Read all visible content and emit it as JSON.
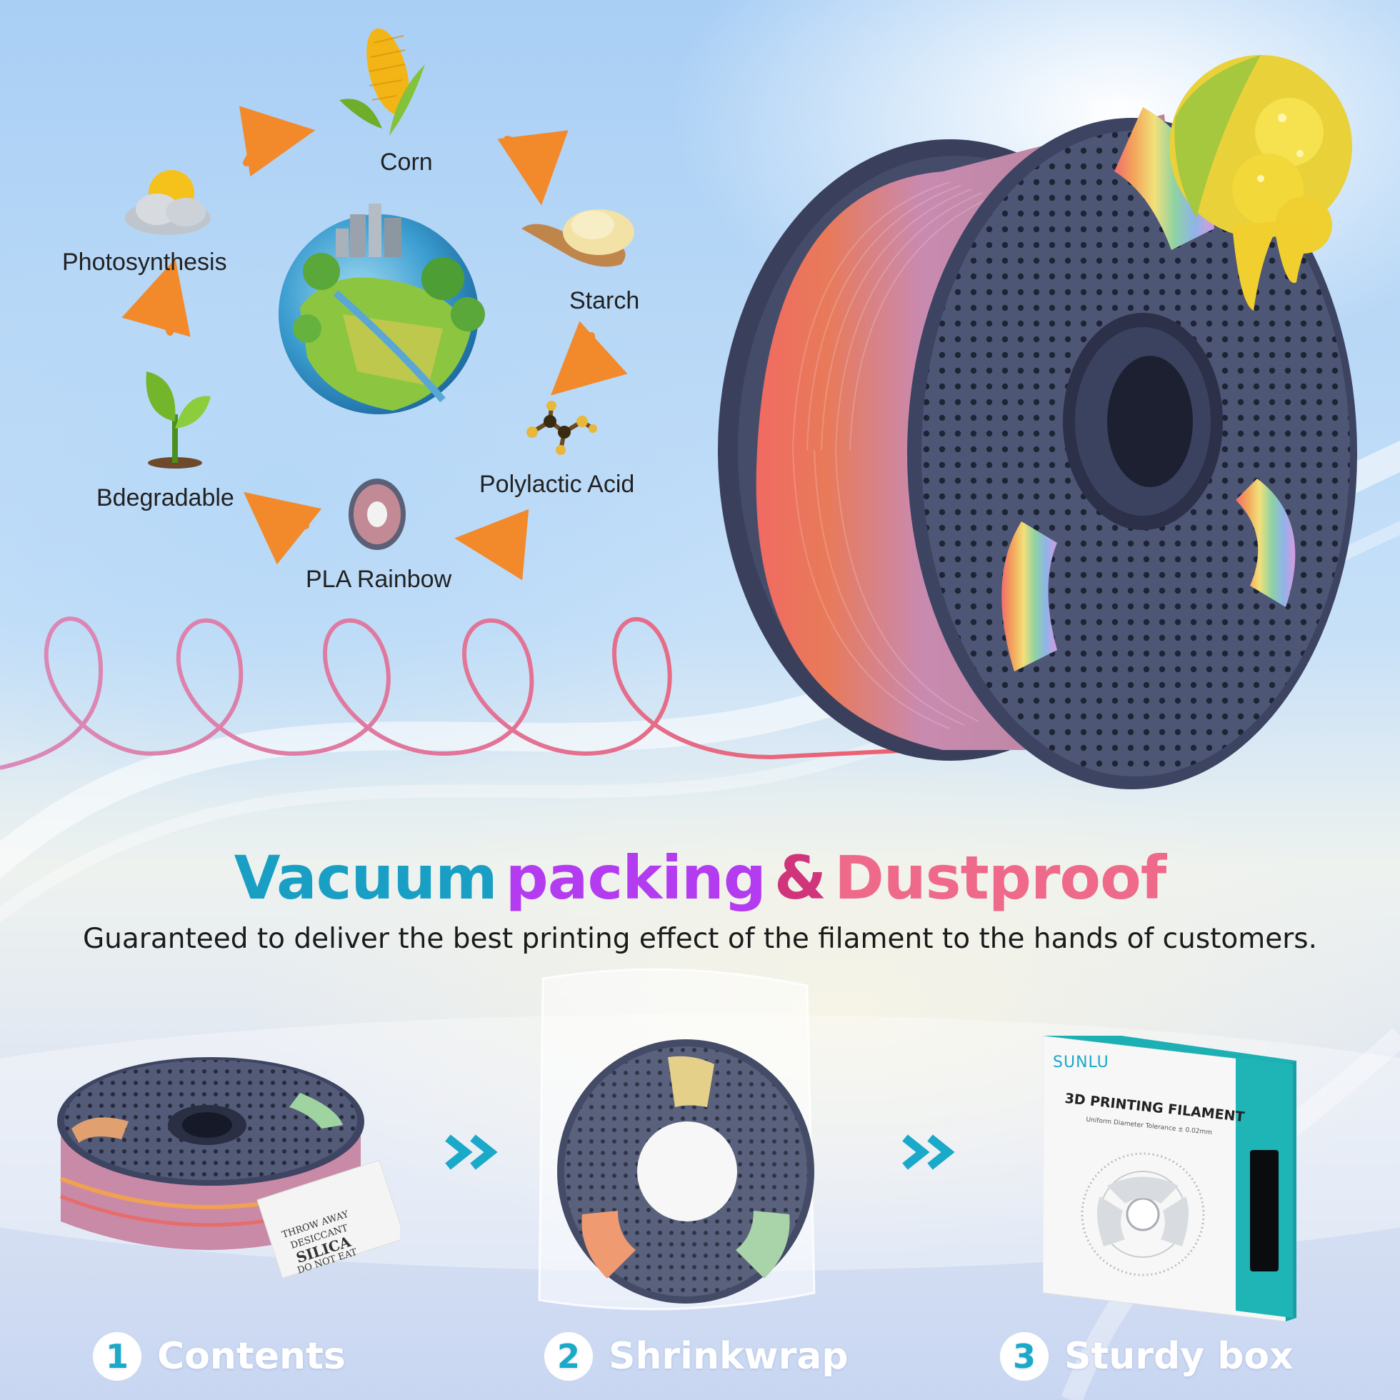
{
  "cycle": {
    "corn": "Corn",
    "starch": "Starch",
    "polylactic_acid": "Polylactic Acid",
    "pla_rainbow": "PLA Rainbow",
    "biodegradable": "Bdegradable",
    "photosynthesis": "Photosynthesis"
  },
  "headline": {
    "part1": "Vacuum",
    "part2": "packing",
    "part3": "&",
    "part4": "Dustproof",
    "colors": [
      "#1a9fc4",
      "#b43cf0",
      "#d0347a",
      "#ef6a8a"
    ]
  },
  "subline": "Guaranteed to deliver the best printing effect of the filament to the hands of customers.",
  "box": {
    "brand": "SUNLU",
    "title": "3D PRINTING FILAMENT",
    "tolerance": "Uniform Diameter Tolerance ± 0.02mm"
  },
  "silica_packet": {
    "lines": [
      "THROW AWAY",
      "DESICCANT",
      "SILICA",
      "DO NOT EAT"
    ]
  },
  "steps": [
    {
      "number": "1",
      "label": "Contents"
    },
    {
      "number": "2",
      "label": "Shrinkwrap"
    },
    {
      "number": "3",
      "label": "Sturdy box"
    }
  ],
  "icons": [
    "corn-icon",
    "starch-icon",
    "molecule-icon",
    "spool-icon",
    "sprout-icon",
    "sun-cloud-icon",
    "earth-icon",
    "arrow-icon",
    "chevron-double-icon"
  ]
}
